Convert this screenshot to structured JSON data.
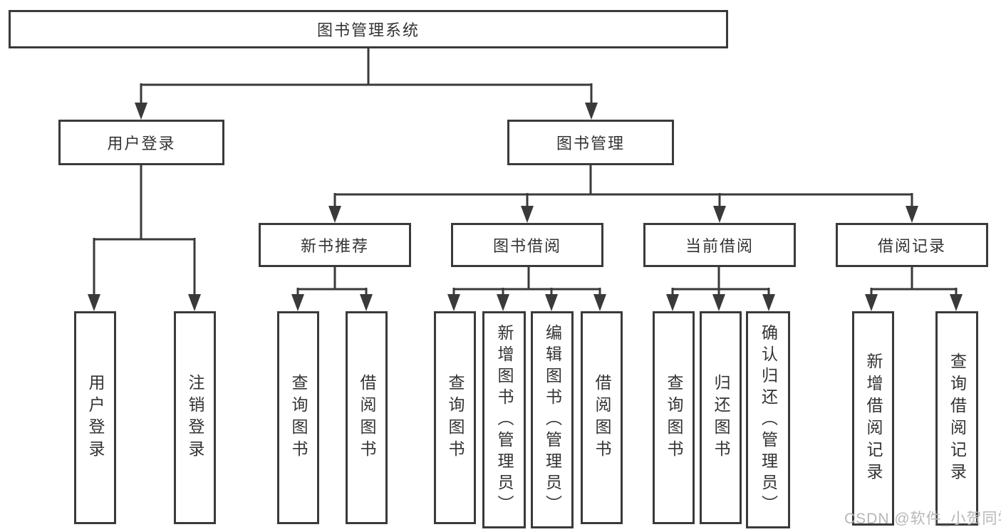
{
  "tree": {
    "root": {
      "label": "图书管理系统"
    },
    "user_login": {
      "label": "用户登录",
      "children": [
        {
          "label": "用户登录"
        },
        {
          "label": "注销登录"
        }
      ]
    },
    "book_mgmt": {
      "label": "图书管理",
      "sections": [
        {
          "label": "新书推荐",
          "children": [
            {
              "label": "查询图书"
            },
            {
              "label": "借阅图书"
            }
          ]
        },
        {
          "label": "图书借阅",
          "children": [
            {
              "label": "查询图书"
            },
            {
              "label": "新增图书（管理员）"
            },
            {
              "label": "编辑图书（管理员）"
            },
            {
              "label": "借阅图书"
            }
          ]
        },
        {
          "label": "当前借阅",
          "children": [
            {
              "label": "查询图书"
            },
            {
              "label": "归还图书"
            },
            {
              "label": "确认归还（管理员）"
            }
          ]
        },
        {
          "label": "借阅记录",
          "children": [
            {
              "label": "新增借阅记录"
            },
            {
              "label": "查询借阅记录"
            }
          ]
        }
      ]
    }
  },
  "watermark": "CSDN @软件_小贺同学",
  "colors": {
    "line": "#3a3a3a",
    "text": "#333333",
    "watermark_text": "#b7b7b7",
    "background": "#ffffff"
  }
}
